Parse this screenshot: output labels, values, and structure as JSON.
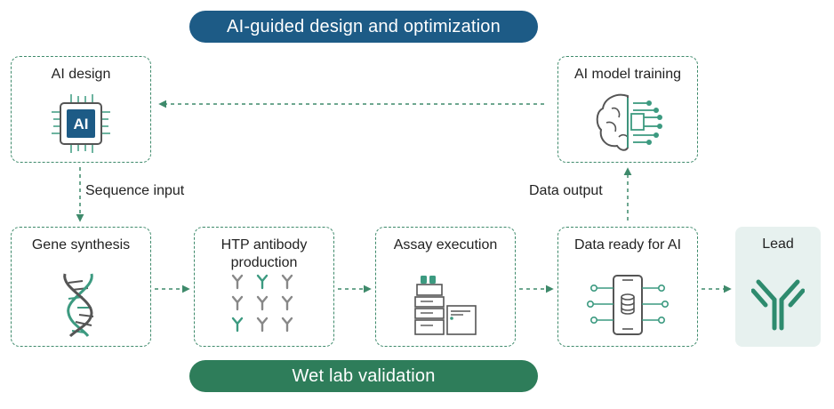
{
  "banners": {
    "top": "AI-guided design and optimization",
    "bottom": "Wet lab validation"
  },
  "boxes": {
    "ai_design": "AI design",
    "ai_model_training": "AI model training",
    "gene_synthesis": "Gene synthesis",
    "htp_antibody_production": "HTP antibody production",
    "assay_execution": "Assay execution",
    "data_ready_for_ai": "Data ready for AI",
    "lead": "Lead"
  },
  "chip_text": "AI",
  "edges": {
    "sequence_input": "Sequence input",
    "data_output": "Data output"
  },
  "colors": {
    "navy": "#1d5b86",
    "green": "#2e7d5a",
    "teal_icon": "#3c9a80",
    "dashed_border": "#3e8a6b",
    "lead_bg": "#e7f1ef"
  },
  "icons": [
    "ai-chip-icon",
    "brain-circuit-icon",
    "dna-helix-icon",
    "antibody-grid-icon",
    "lab-instrument-icon",
    "data-phone-icon",
    "antibody-icon"
  ]
}
